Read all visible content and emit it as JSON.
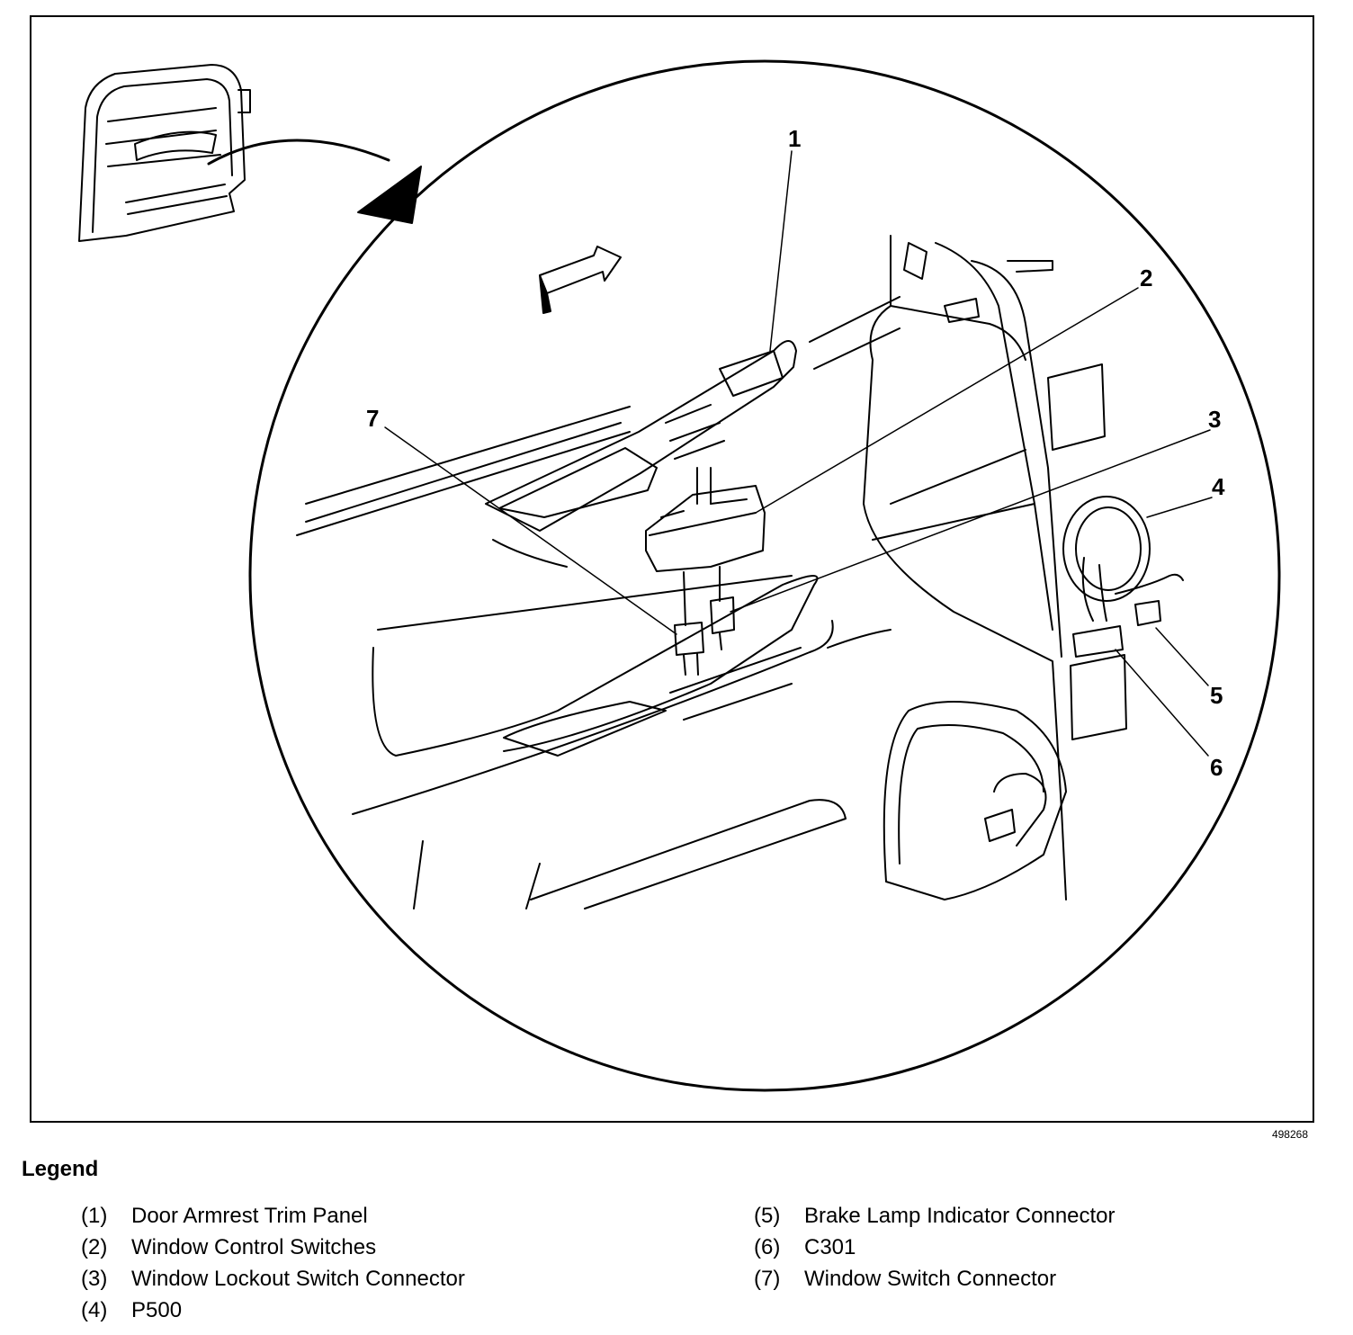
{
  "figure_id": "498268",
  "callouts": [
    "1",
    "2",
    "3",
    "4",
    "5",
    "6",
    "7"
  ],
  "legend": {
    "title": "Legend",
    "items": [
      {
        "num": "(1)",
        "label": "Door Armrest Trim Panel"
      },
      {
        "num": "(2)",
        "label": "Window Control Switches"
      },
      {
        "num": "(3)",
        "label": "Window Lockout Switch Connector"
      },
      {
        "num": "(4)",
        "label": "P500"
      },
      {
        "num": "(5)",
        "label": "Brake Lamp Indicator Connector"
      },
      {
        "num": "(6)",
        "label": "C301"
      },
      {
        "num": "(7)",
        "label": "Window Switch Connector"
      }
    ]
  }
}
